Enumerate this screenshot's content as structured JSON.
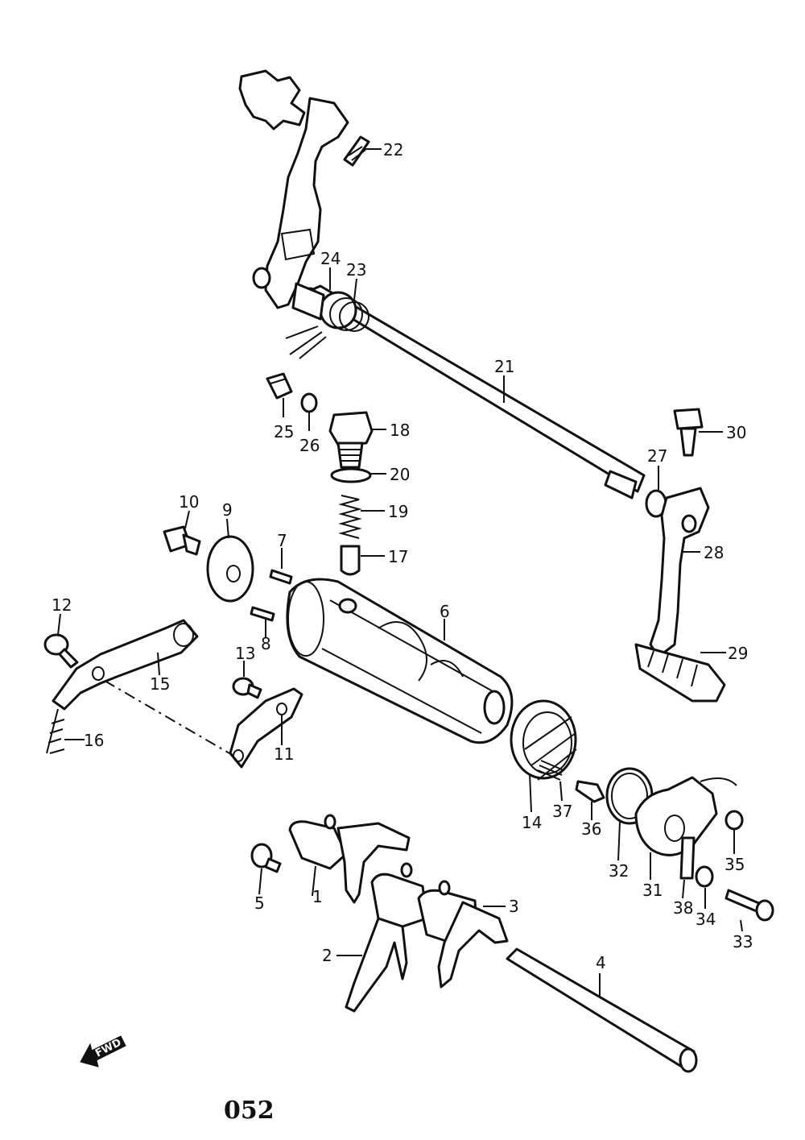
{
  "diagram": {
    "page_number": "052",
    "direction_marker": "FWD",
    "callouts": [
      {
        "id": "c1",
        "text": "1"
      },
      {
        "id": "c2",
        "text": "2"
      },
      {
        "id": "c3",
        "text": "3"
      },
      {
        "id": "c4",
        "text": "4"
      },
      {
        "id": "c5",
        "text": "5"
      },
      {
        "id": "c6",
        "text": "6"
      },
      {
        "id": "c7",
        "text": "7"
      },
      {
        "id": "c8",
        "text": "8"
      },
      {
        "id": "c9",
        "text": "9"
      },
      {
        "id": "c10",
        "text": "10"
      },
      {
        "id": "c11",
        "text": "11"
      },
      {
        "id": "c12",
        "text": "12"
      },
      {
        "id": "c13",
        "text": "13"
      },
      {
        "id": "c14",
        "text": "14"
      },
      {
        "id": "c15",
        "text": "15"
      },
      {
        "id": "c16",
        "text": "16"
      },
      {
        "id": "c17",
        "text": "17"
      },
      {
        "id": "c18",
        "text": "18"
      },
      {
        "id": "c19",
        "text": "19"
      },
      {
        "id": "c20",
        "text": "20"
      },
      {
        "id": "c21",
        "text": "21"
      },
      {
        "id": "c22",
        "text": "22"
      },
      {
        "id": "c23",
        "text": "23"
      },
      {
        "id": "c24",
        "text": "24"
      },
      {
        "id": "c25",
        "text": "25"
      },
      {
        "id": "c26",
        "text": "26"
      },
      {
        "id": "c27",
        "text": "27"
      },
      {
        "id": "c28",
        "text": "28"
      },
      {
        "id": "c29",
        "text": "29"
      },
      {
        "id": "c30",
        "text": "30"
      },
      {
        "id": "c31",
        "text": "31"
      },
      {
        "id": "c32",
        "text": "32"
      },
      {
        "id": "c33",
        "text": "33"
      },
      {
        "id": "c34",
        "text": "34"
      },
      {
        "id": "c35",
        "text": "35"
      },
      {
        "id": "c36",
        "text": "36"
      },
      {
        "id": "c37",
        "text": "37"
      },
      {
        "id": "c38",
        "text": "38"
      }
    ]
  }
}
